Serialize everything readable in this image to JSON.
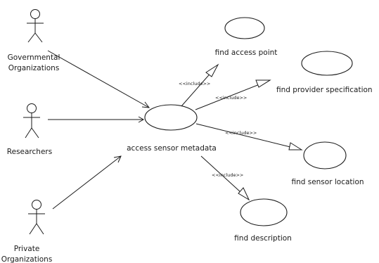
{
  "actors": {
    "governmental": {
      "name_line1": "Governmental",
      "name_line2": "Organizations"
    },
    "researchers": {
      "name": "Researchers"
    },
    "private": {
      "name_line1": "Private",
      "name_line2": "Organizations"
    }
  },
  "use_cases": {
    "access_sensor_metadata": "access sensor metadata",
    "find_access_point": "find access point",
    "find_provider_specification": "find provider specification",
    "find_sensor_location": "find sensor location",
    "find_description": "find description"
  },
  "relations": {
    "include_access_point": "<<include>>",
    "include_provider_specification": "<<include>>",
    "include_sensor_location": "<<include>>",
    "include_description": "<<include>>"
  }
}
